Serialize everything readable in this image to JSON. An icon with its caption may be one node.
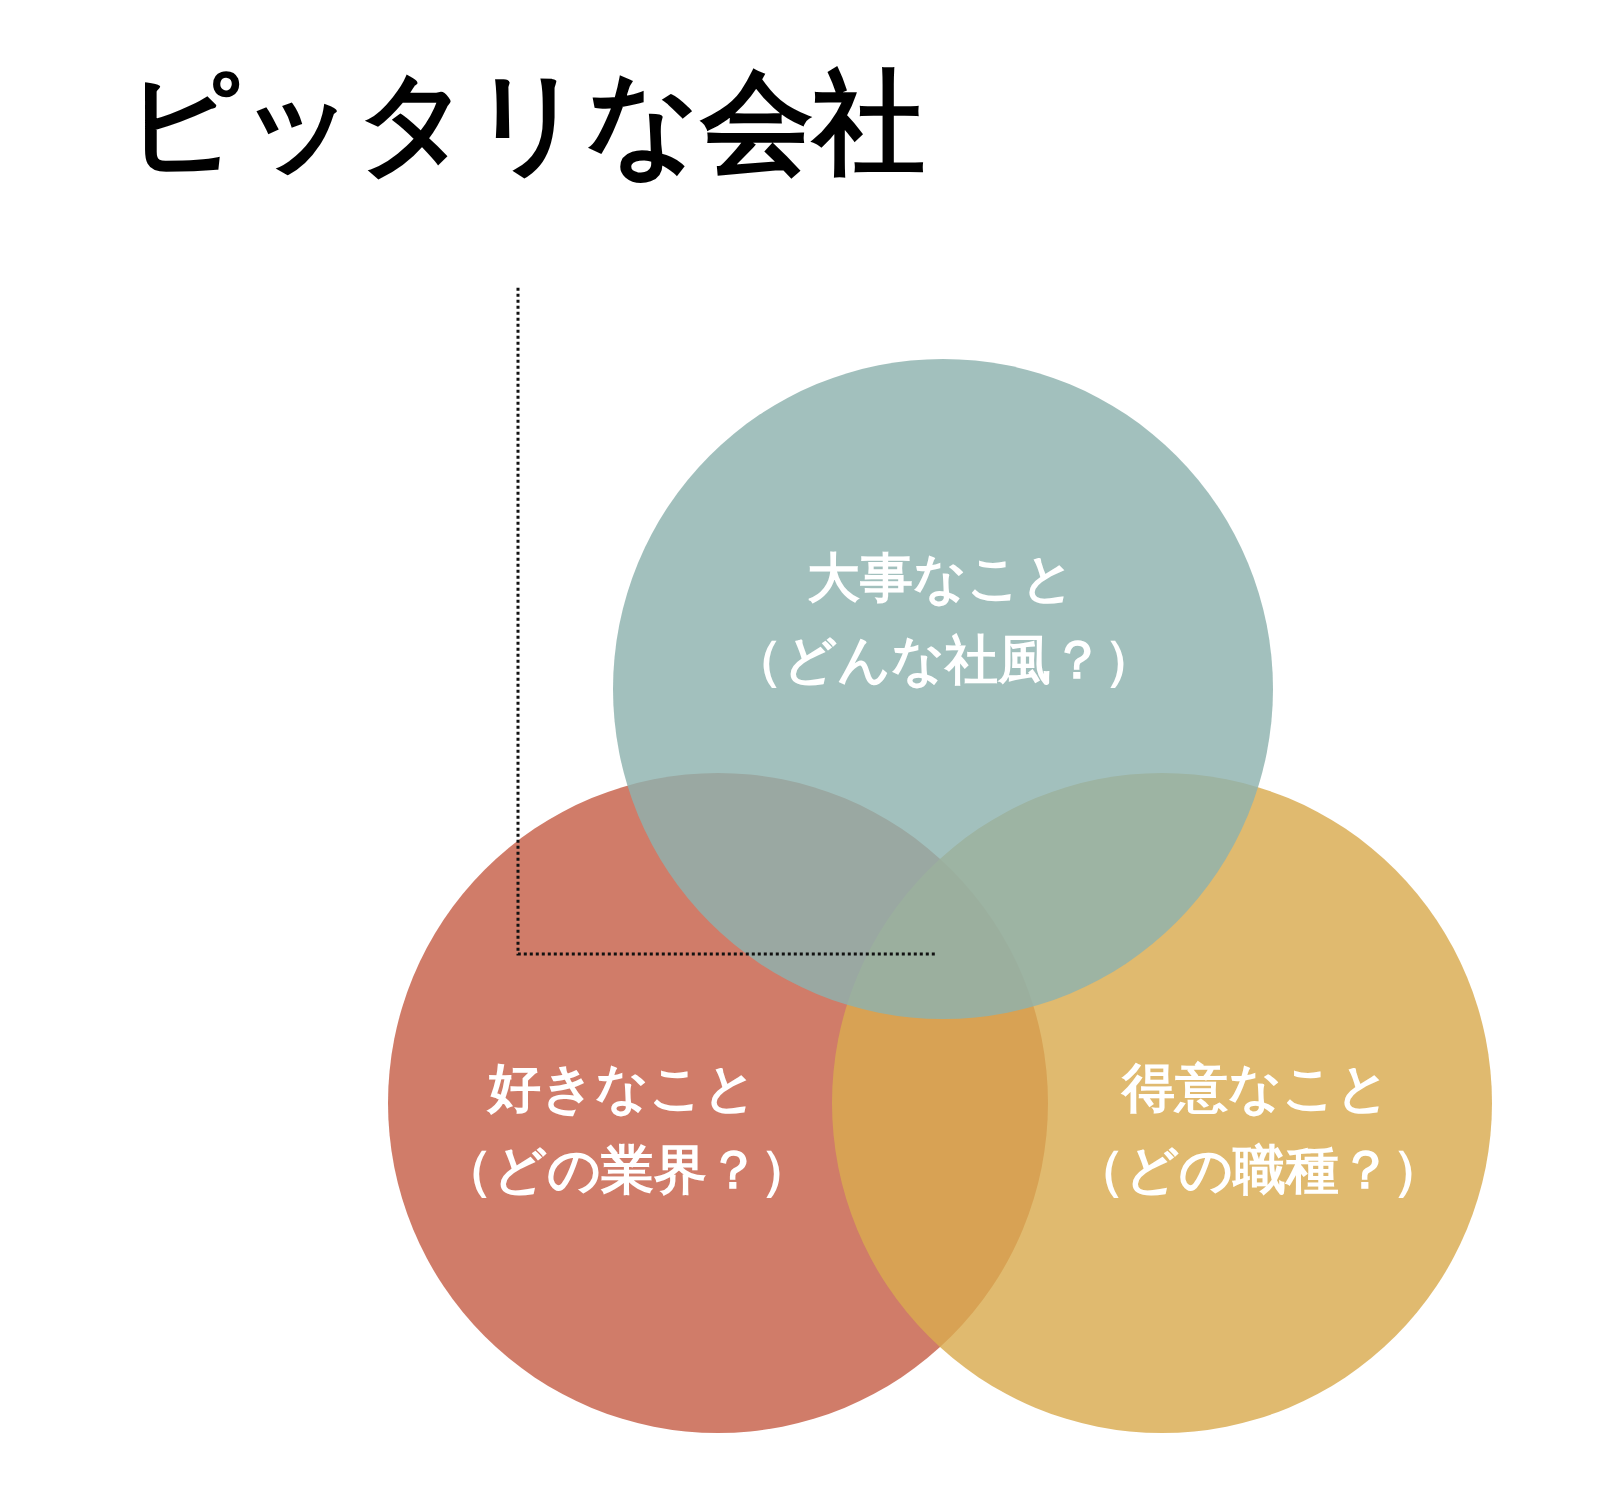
{
  "diagram": {
    "nodes": [
      {
        "text": [
          "ピッタリな会社"
        ]
      },
      {
        "text": [
          "大事なこと",
          "（どんな社風？）"
        ]
      },
      {
        "text": [
          "好きなこと",
          "（どの業界？）"
        ]
      },
      {
        "text": [
          "得意なこと",
          "（どの職種？）"
        ]
      }
    ],
    "edges": [
      {
        "from": 0,
        "to": 1,
        "arrow": "none",
        "style": "dashed"
      }
    ]
  }
}
